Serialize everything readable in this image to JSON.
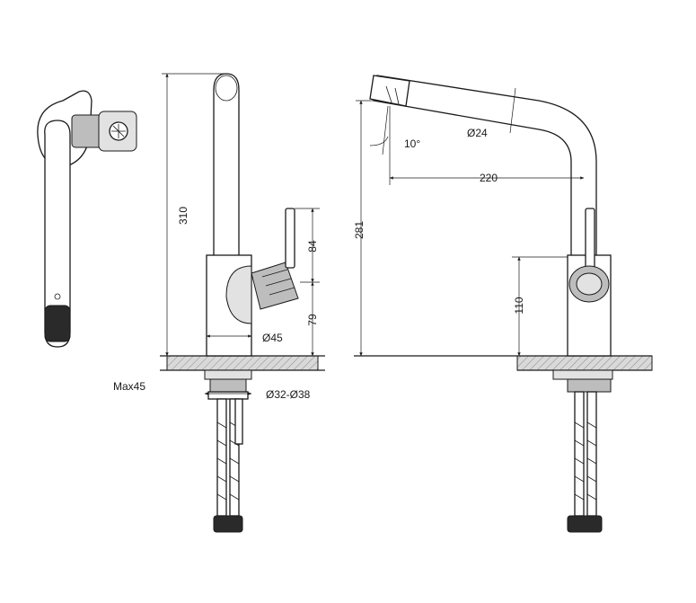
{
  "dimensions": {
    "height_total": "310",
    "handle_height": "84",
    "body_height": "79",
    "body_diameter": "Ø45",
    "counter_max": "Max45",
    "hole_diameter": "Ø32-Ø38",
    "spout_height": "281",
    "spout_reach": "220",
    "spout_diameter": "Ø24",
    "spout_angle": "10°",
    "handle_side_height": "110"
  }
}
